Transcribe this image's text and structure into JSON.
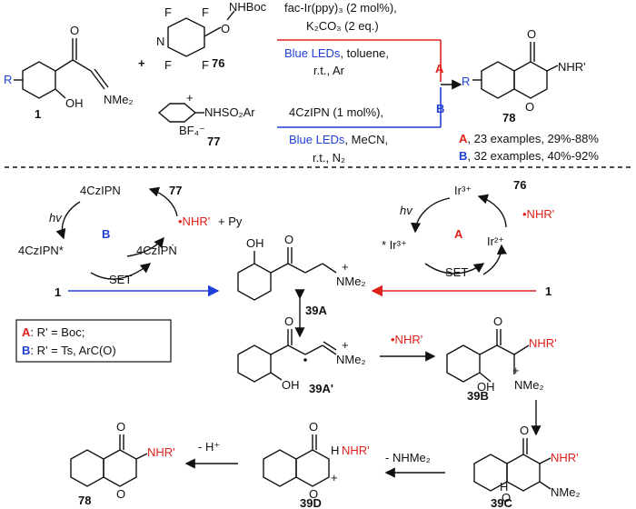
{
  "top": {
    "reagent_76": {
      "substituents": {
        "F": "F",
        "O": "O",
        "N": "N"
      },
      "nhboc": "NHBoc",
      "label": "76"
    },
    "reagent_77": {
      "nhso2ar": "NHSO₂Ar",
      "bf4": "BF₄⁻",
      "label": "77"
    },
    "substrate_1": {
      "label": "1",
      "r": "R",
      "nme2": "NMe₂",
      "oh": "OH",
      "o": "O"
    },
    "product_78": {
      "label": "78",
      "nhr": "NHR'",
      "o": "O",
      "r": "R"
    },
    "plus": "+",
    "route_A": {
      "letter": "A",
      "cond1": "fac-Ir(ppy)₃ (2 mol%),",
      "cond2": "K₂CO₃ (2 eq.)",
      "cond3_blue": "Blue LEDs",
      "cond3_rest": ", toluene,",
      "cond4": "r.t., Ar",
      "summary_letter": "A",
      "summary_rest": ", 23 examples, 29%-88%"
    },
    "route_B": {
      "letter": "B",
      "cond1": "4CzIPN (1 mol%),",
      "cond2_blue": "Blue LEDs",
      "cond2_rest": ", MeCN,",
      "cond3": "r.t., N₂",
      "summary_letter": "B",
      "summary_rest": ", 32 examples, 40%-92%"
    }
  },
  "cycle_B": {
    "letter": "B",
    "cat": "4CzIPN",
    "cat_excited": "4CzIPN*",
    "cat_reduced": "4CzIPṄ",
    "hv": "hv",
    "reagent": "77",
    "radical": "•NHR'",
    "py": "+ Py",
    "set": "SET",
    "substrate": "1"
  },
  "cycle_A": {
    "letter": "A",
    "ir3": "Ir³⁺",
    "ir3_excited": "* Ir³⁺",
    "ir2": "Ir²⁺",
    "hv": "hv",
    "reagent": "76",
    "radical": "•NHR'",
    "set": "SET",
    "substrate": "1"
  },
  "legend": {
    "a_letter": "A",
    "a_text": ": R' = Boc;",
    "b_letter": "B",
    "b_text": ": R' = Ts, ArC(O)"
  },
  "intermediates": {
    "i39A": {
      "label": "39A",
      "oh": "OH",
      "o": "O",
      "n": "N",
      "nme2": "Me₂",
      "plus": "+"
    },
    "i39Ap": {
      "label": "39A'",
      "oh": "OH",
      "o": "O",
      "nme2": "Me₂",
      "n": "N",
      "plus": "+"
    },
    "i39B": {
      "label": "39B",
      "oh": "OH",
      "o": "O",
      "nhr": "NHR'",
      "nme2": "NMe₂",
      "plus": "+"
    },
    "i39C": {
      "label": "39C",
      "o": "O",
      "nhr": "NHR'",
      "nme2": "NMe₂",
      "oplus": "O",
      "h": "H"
    },
    "i39D": {
      "label": "39D",
      "o": "O",
      "nhr": "NHR'",
      "h": "H",
      "plus": "+"
    },
    "p78": {
      "label": "78",
      "o": "O",
      "nhr": "NHR'"
    }
  },
  "arrows": {
    "radical_add": "•NHR'",
    "minus_hnme2": "- NHMe₂",
    "minus_h": "- H⁺"
  },
  "colors": {
    "red": "#e0201b",
    "blue": "#1f3fd6",
    "black": "#111111"
  }
}
